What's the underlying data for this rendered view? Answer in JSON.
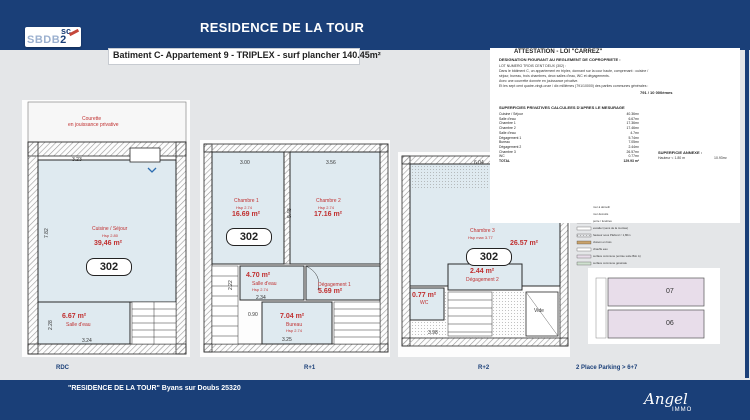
{
  "header": {
    "title": "RESIDENCE DE LA TOUR",
    "logo_sc": "sc",
    "logo_text": "SBDB",
    "logo_num": "2",
    "subtitle": "Batiment C- Appartement 9 - TRIPLEX - surf plancher 140.45m²"
  },
  "attestation": {
    "title": "ATTESTATION - LOI \"CARREZ\"",
    "section1": "DESIGNATION FIGURANT AU REGLEMENT DE COPROPRIETE :",
    "section2": "SUPERFICIES PRIVATIVES CALCULEES D'APRES LE MESURAGE",
    "section3": "SUPERFICIE ANNEXE :",
    "lot_heading": "LOT NUMERO TROIS CENT DEUX (302) :",
    "lot_text_1": "Dans le bâtiment C, un appartement en triplex, donnant sur la cour haute, comprenant : cuisine /",
    "lot_text_2": "séjour, bureau, trois chambres, deux salles d'eau, WC et dégagements.",
    "lot_text_3": "Avec une courrette donnée en jouissance privative.",
    "lot_text_4": "Et les sept cent quatre-vingt-onze / dix millièmes (791/10000) des parties communes générales :",
    "tantiemes": "791 / 10 000èmes",
    "rows": [
      {
        "label": "Cuisine / Séjour",
        "value": "40.36m²"
      },
      {
        "label": "Salle d'eau",
        "value": "6.67m²"
      },
      {
        "label": "Chambre 1",
        "value": "17.36m²"
      },
      {
        "label": "Chambre 2",
        "value": "17.46m²"
      },
      {
        "label": "Salle d'eau",
        "value": "4.7m²"
      },
      {
        "label": "Dégagement 1",
        "value": "5.74m²"
      },
      {
        "label": "Bureau",
        "value": "7.05m²"
      },
      {
        "label": "Dégagement 2",
        "value": "2.44m²"
      },
      {
        "label": "Chambre 3",
        "value": "26.57m²"
      },
      {
        "label": "WC",
        "value": "0.77m²"
      },
      {
        "label": "TOTAL",
        "value": "129.93 m²"
      }
    ],
    "annex_label": "Hauteur < 1.80 m",
    "annex_value": "10.93m²"
  },
  "legend": {
    "items": [
      "mur à démolir",
      "mur démolis",
      "porte / fenêtres",
      "escalier (sens de la montée)",
      "hauteur sous Plafond < 1,80m",
      "cloison en bois",
      "chauffe eau",
      "surface commune (entrée suite Bât. A)",
      "surface commune générale"
    ]
  },
  "rdc": {
    "courette": "Courette",
    "courette_sub": "en jouissance privative",
    "dim_top": "3.23",
    "dim_side": "7.82",
    "dim_sde_side": "2.28",
    "dim_bottom": "3.24",
    "cuisine_label": "Cuisine / Séjour",
    "cuisine_hsp": "Hsp 2.80",
    "cuisine_area": "39,46 m²",
    "sde_area": "6.67 m²",
    "sde_label": "Salle d'eau",
    "lot": "302",
    "level": "RDC"
  },
  "r1": {
    "dim_ch1": "3.00",
    "dim_ch2": "3.56",
    "dim_mid": "5.48",
    "dim_left": "2.22",
    "dim_sde": "2.34",
    "dim_bur": "0.90",
    "dim_bottom": "3.25",
    "ch1_label": "Chambre 1",
    "ch1_hsp": "Hsp 2.74",
    "ch1_area": "16.69 m²",
    "ch2_label": "Chambre 2",
    "ch2_hsp": "Hsp 2.74",
    "ch2_area": "17.16 m²",
    "sde_area": "4.70 m²",
    "sde_label": "Salle d'eau",
    "sde_hsp": "Hsp 2.74",
    "deg_label": "Dégagement 1",
    "deg_area": "5.69 m²",
    "bur_area": "7.04 m²",
    "bur_label": "Bureau",
    "bur_hsp": "Hsp 2.74",
    "lot": "302",
    "level": "R+1"
  },
  "r2": {
    "dim_top": "6.04",
    "dim_bottom": "3.98",
    "ch3_label": "Chambre 3",
    "ch3_hsp": "Hsp max 3.77",
    "ch3_area": "26.57 m²",
    "wc_area": "0.77 m²",
    "wc_label": "WC",
    "deg_area": "2.44 m²",
    "deg_label": "Dégagement 2",
    "vide": "Vide",
    "lot": "302",
    "level": "R+2"
  },
  "parking": {
    "p1": "07",
    "p2": "06",
    "level": "2 Place Parking > 6+7"
  },
  "footer": {
    "text": "\"RESIDENCE DE LA TOUR\" Byans sur Doubs 25320",
    "angel": "Angel",
    "immo": "IMMO"
  },
  "colors": {
    "brand": "#1a3f78",
    "room_text": "#c03030",
    "wall": "#2a2a2a",
    "hatch": "#9a9a9a"
  }
}
